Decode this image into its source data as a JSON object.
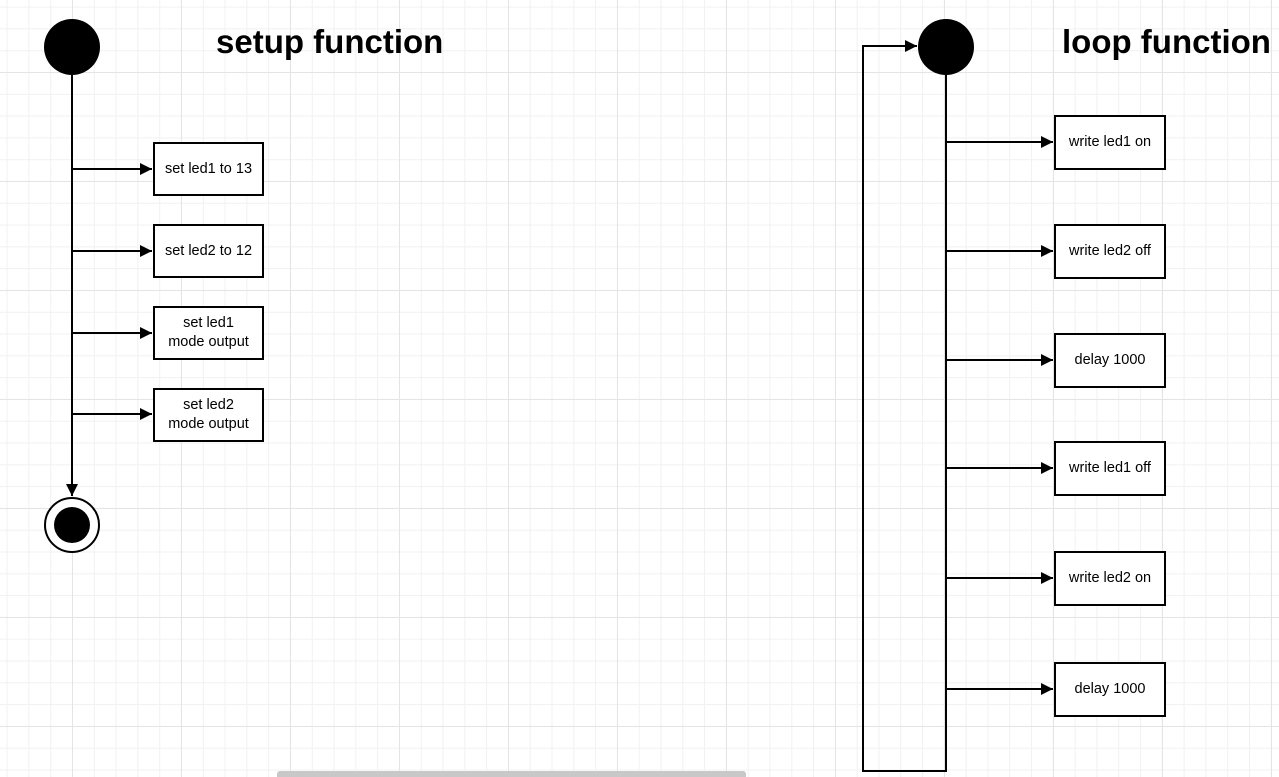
{
  "setup": {
    "title": "setup function",
    "steps": [
      "set led1 to 13",
      "set led2 to 12",
      "set led1\nmode output",
      "set led2\nmode output"
    ]
  },
  "loop": {
    "title": "loop function",
    "steps": [
      "write led1 on",
      "write led2 off",
      "delay 1000",
      "write led1 off",
      "write led2 on",
      "delay 1000"
    ]
  },
  "colors": {
    "stroke": "#000000",
    "grid": "#e4e4e4",
    "background": "#ffffff"
  }
}
